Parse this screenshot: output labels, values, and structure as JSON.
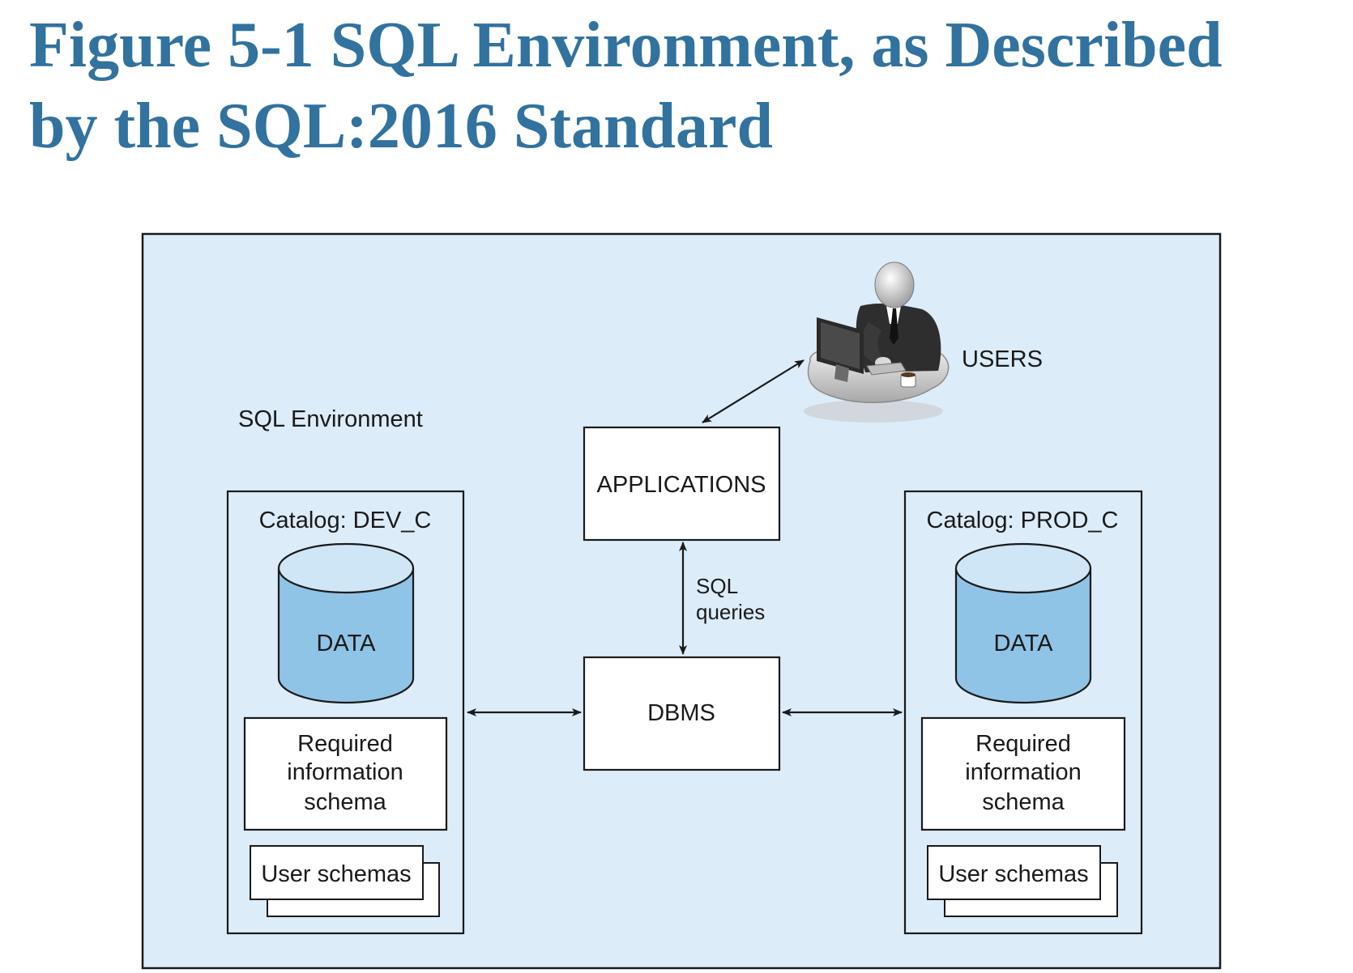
{
  "title": {
    "line1": "Figure 5-1 SQL Environment, as Described",
    "line2": "by the SQL:2016 Standard"
  },
  "diagram": {
    "environment_label": "SQL Environment",
    "users_label": "USERS",
    "applications_label": "APPLICATIONS",
    "dbms_label": "DBMS",
    "sql_queries_line1": "SQL",
    "sql_queries_line2": "queries",
    "catalogs": [
      {
        "label": "Catalog: DEV_C",
        "data_label": "DATA",
        "schema_line1": "Required",
        "schema_line2": "information",
        "schema_line3": "schema",
        "user_schemas_label": "User schemas"
      },
      {
        "label": "Catalog: PROD_C",
        "data_label": "DATA",
        "schema_line1": "Required",
        "schema_line2": "information",
        "schema_line3": "schema",
        "user_schemas_label": "User schemas"
      }
    ]
  },
  "colors": {
    "title": "#31729f",
    "environment_fill": "#dcecf9",
    "cylinder_body": "#8fc4e6",
    "cylinder_top": "#cfe6f7",
    "stroke": "#1a1a1a"
  },
  "icons": [
    "user-at-computer-icon"
  ]
}
